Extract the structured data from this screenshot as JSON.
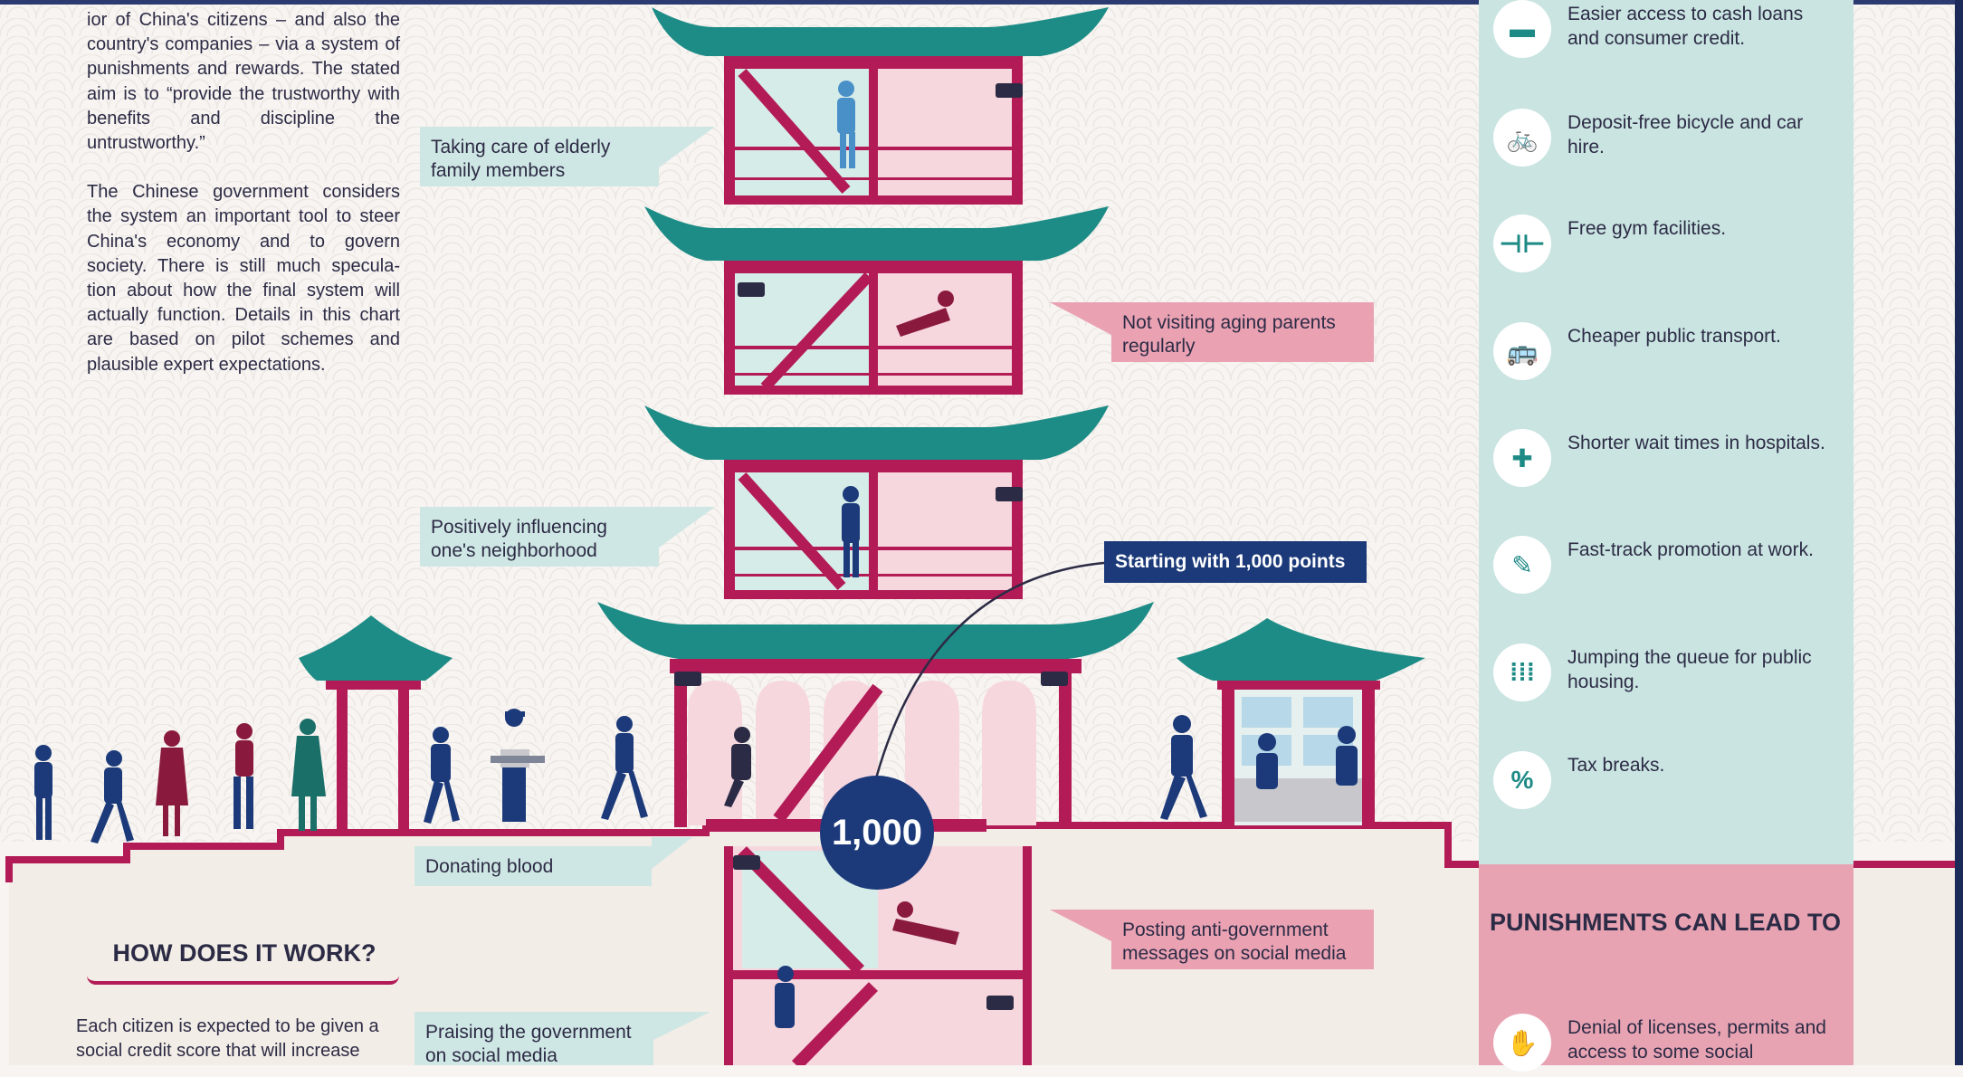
{
  "intro": {
    "para1": "ior of China's citizens – and also the country's companies – via a system of punishments and rewards. The stated aim is to “provide the trustworthy with benefits and discipline the untrustworthy.”",
    "para2": "The Chinese government considers the system an important tool to steer China's economy and to govern society. There is still much specula-tion about how the final system will actually function. Details in this chart are based on pilot schemes and plausible expert expectations."
  },
  "callouts": {
    "elderly": "Taking care of elderly family members",
    "not_visiting": "Not visiting aging parents regularly",
    "neighborhood": "Positively influencing one's neighborhood",
    "starting": "Starting with 1,000 points",
    "donating": "Donating blood",
    "posting": "Posting anti-government messages on social media",
    "praising": "Praising the government on social media"
  },
  "score": "1,000",
  "rewards": [
    {
      "icon": "cash-card-icon",
      "glyph": "▬",
      "text": "Easier access to cash loans and consumer credit."
    },
    {
      "icon": "bicycle-icon",
      "glyph": "🚲",
      "text": "Deposit-free bicycle and car hire."
    },
    {
      "icon": "dumbbell-icon",
      "glyph": "⊣⊢",
      "text": "Free gym facilities."
    },
    {
      "icon": "bus-icon",
      "glyph": "🚌",
      "text": "Cheaper public transport."
    },
    {
      "icon": "medical-cross-icon",
      "glyph": "✚",
      "text": "Shorter wait times in hospitals."
    },
    {
      "icon": "chart-pen-icon",
      "glyph": "✎",
      "text": "Fast-track promotion at work."
    },
    {
      "icon": "queue-people-icon",
      "glyph": "⁞⁞⁞",
      "text": "Jumping the queue for public housing."
    },
    {
      "icon": "percent-icon",
      "glyph": "%",
      "text": "Tax breaks."
    }
  ],
  "punishments": {
    "heading": "PUNISHMENTS CAN LEAD TO",
    "items": [
      {
        "icon": "hand-stop-icon",
        "glyph": "✋",
        "text": "Denial of licenses, permits and access to some social"
      }
    ]
  },
  "how": {
    "heading": "HOW DOES IT WORK?",
    "text": "Each citizen is expected to be given a social credit score that will increase"
  },
  "colors": {
    "teal_roof": "#1e8c86",
    "crimson": "#b31b56",
    "navy": "#1c3a7a",
    "pink_wall": "#f7d7de",
    "teal_callout": "#cfe7e4",
    "pink_callout": "#eaa2b3"
  }
}
